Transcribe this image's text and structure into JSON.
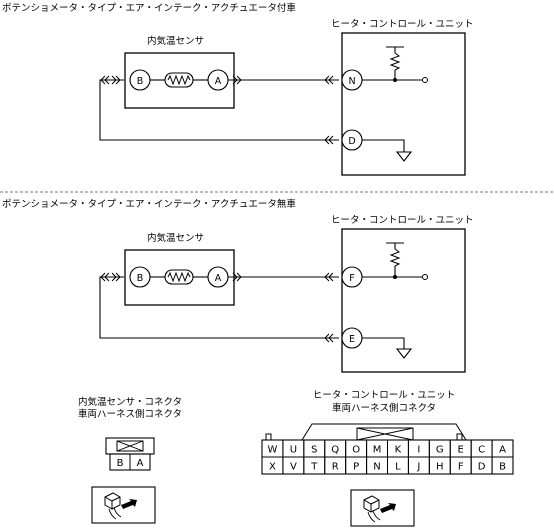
{
  "upper": {
    "title": "ポテンショメータ・タイプ・エア・インテーク・アクチュエータ付車",
    "sensor_label": "内気温センサ",
    "unit_label": "ヒータ・コントロール・ユニット",
    "sensor_pins": [
      "B",
      "A"
    ],
    "unit_pins": [
      "N",
      "D"
    ]
  },
  "lower": {
    "title": "ポテンショメータ・タイプ・エア・インテーク・アクチュエータ無車",
    "sensor_label": "内気温センサ",
    "unit_label": "ヒータ・コントロール・ユニット",
    "sensor_pins": [
      "B",
      "A"
    ],
    "unit_pins": [
      "F",
      "E"
    ]
  },
  "sensor_connector": {
    "title_line1": "内気温センサ・コネクタ",
    "title_line2": "車両ハーネス側コネクタ",
    "pins": [
      "B",
      "A"
    ]
  },
  "unit_connector": {
    "title_line1": "ヒータ・コントロール・ユニット",
    "title_line2": "車両ハーネス側コネクタ",
    "top_row": [
      "W",
      "U",
      "S",
      "Q",
      "O",
      "M",
      "K",
      "I",
      "G",
      "E",
      "C",
      "A"
    ],
    "bottom_row": [
      "X",
      "V",
      "T",
      "R",
      "P",
      "N",
      "L",
      "J",
      "H",
      "F",
      "D",
      "B"
    ]
  }
}
